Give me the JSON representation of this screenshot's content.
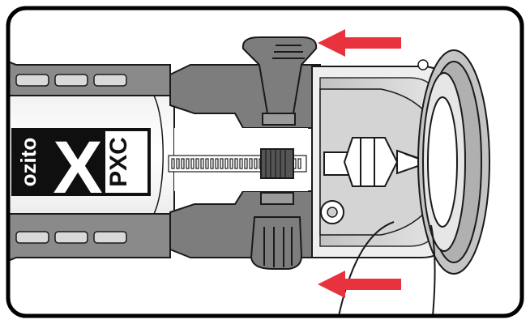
{
  "brand": {
    "name": "ozito",
    "series_mark": "X",
    "series_label": "PXC"
  },
  "arrows": [
    {
      "name": "top-arrow",
      "direction": "left",
      "color": "#e8333e"
    },
    {
      "name": "bottom-arrow",
      "direction": "left",
      "color": "#e8333e"
    }
  ],
  "colors": {
    "outline": "#1a1a1a",
    "body_gray": "#7d7d7d",
    "light_gray": "#c8c8c8",
    "frame": "#000000",
    "accent_red": "#e8333e"
  }
}
